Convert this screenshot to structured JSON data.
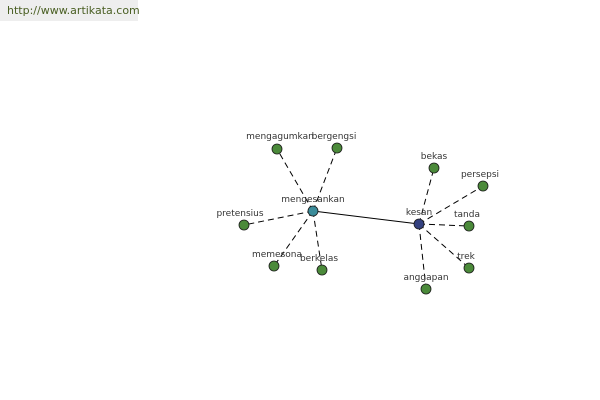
{
  "watermark": {
    "url": "http://www.artikata.com"
  },
  "colors": {
    "leaf_node": "#4b8a3a",
    "hub_node_mengesankan": "#3b8c9a",
    "hub_node_kesan": "#33407f",
    "node_stroke": "#1a1a1a",
    "edge": "#000000",
    "watermark_bg": "#eeeeee",
    "watermark_text": "#4a5f23"
  },
  "nodes": [
    {
      "id": "mengesankan",
      "label": "mengesankan",
      "type": "hub"
    },
    {
      "id": "kesan",
      "label": "kesan",
      "type": "hub"
    },
    {
      "id": "mengagumkan",
      "label": "mengagumkan",
      "type": "leaf"
    },
    {
      "id": "bergengsi",
      "label": "bergengsi",
      "type": "leaf"
    },
    {
      "id": "pretensius",
      "label": "pretensius",
      "type": "leaf"
    },
    {
      "id": "memesona",
      "label": "memesona",
      "type": "leaf"
    },
    {
      "id": "berkelas",
      "label": "berkelas",
      "type": "leaf"
    },
    {
      "id": "bekas",
      "label": "bekas",
      "type": "leaf"
    },
    {
      "id": "persepsi",
      "label": "persepsi",
      "type": "leaf"
    },
    {
      "id": "tanda",
      "label": "tanda",
      "type": "leaf"
    },
    {
      "id": "trek",
      "label": "trek",
      "type": "leaf"
    },
    {
      "id": "anggapan",
      "label": "anggapan",
      "type": "leaf"
    }
  ],
  "edges": [
    {
      "from": "mengesankan",
      "to": "kesan",
      "style": "solid"
    },
    {
      "from": "mengesankan",
      "to": "mengagumkan",
      "style": "dashed"
    },
    {
      "from": "mengesankan",
      "to": "bergengsi",
      "style": "dashed"
    },
    {
      "from": "mengesankan",
      "to": "pretensius",
      "style": "dashed"
    },
    {
      "from": "mengesankan",
      "to": "memesona",
      "style": "dashed"
    },
    {
      "from": "mengesankan",
      "to": "berkelas",
      "style": "dashed"
    },
    {
      "from": "kesan",
      "to": "bekas",
      "style": "dashed"
    },
    {
      "from": "kesan",
      "to": "persepsi",
      "style": "dashed"
    },
    {
      "from": "kesan",
      "to": "tanda",
      "style": "dashed"
    },
    {
      "from": "kesan",
      "to": "trek",
      "style": "dashed"
    },
    {
      "from": "kesan",
      "to": "anggapan",
      "style": "dashed"
    }
  ]
}
